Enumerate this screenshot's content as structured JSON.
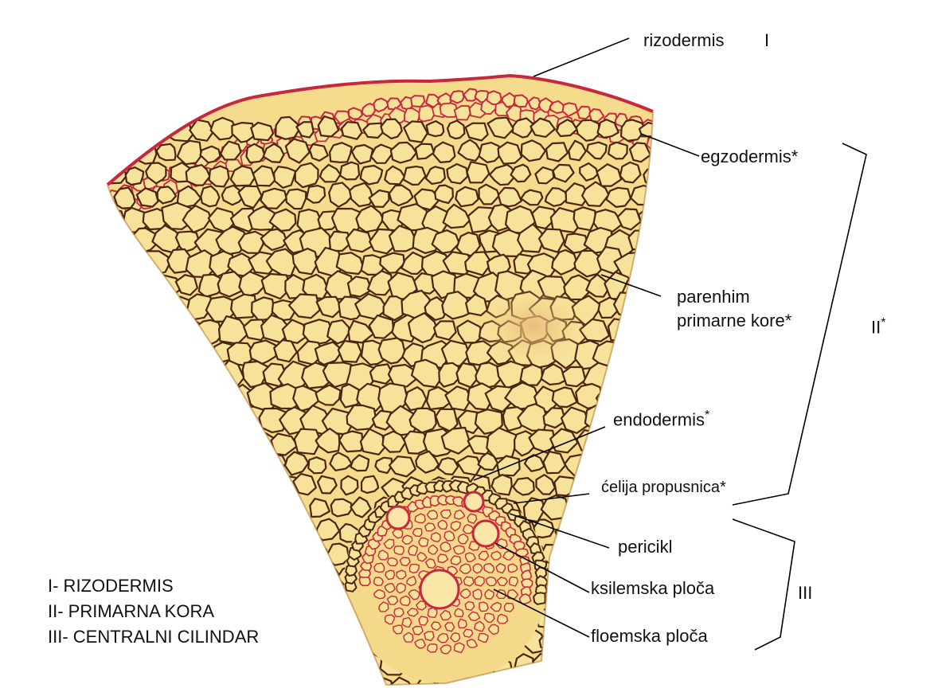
{
  "labels": {
    "rizodermis": "rizodermis",
    "rizodermis_num": "I",
    "egzodermis": "egzodermis*",
    "parenhim_l1": "parenhim",
    "parenhim_l2": "primarne kore*",
    "cortex_num": "II",
    "cortex_star": "*",
    "endodermis": "endodermis",
    "endodermis_star": "*",
    "celija": "ćelija propusnica*",
    "pericikl": "pericikl",
    "ksilemska": "ksilemska ploča",
    "floemska": "floemska ploča",
    "central_num": "III"
  },
  "legend": [
    "I- RIZODERMIS",
    "II- PRIMARNA KORA",
    "III- CENTRALNI CILINDAR"
  ],
  "colors": {
    "tissue_fill": "#f5dc8c",
    "cell_wall": "#4a2612",
    "epidermis_wall": "#c8283c",
    "leader_line": "#000000"
  }
}
